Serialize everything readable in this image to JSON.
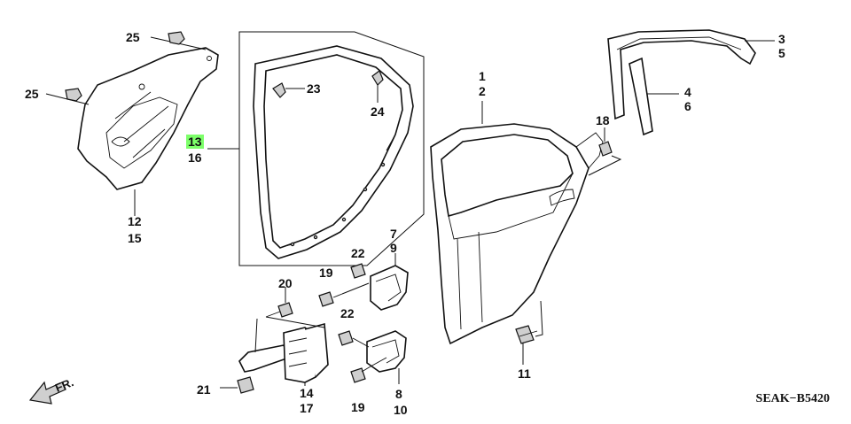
{
  "diagram": {
    "callouts": [
      {
        "id": "c25a",
        "text": "25",
        "highlight": false
      },
      {
        "id": "c25b",
        "text": "25",
        "highlight": false
      },
      {
        "id": "c23",
        "text": "23",
        "highlight": false
      },
      {
        "id": "c24",
        "text": "24",
        "highlight": false
      },
      {
        "id": "c13",
        "text": "13",
        "highlight": true
      },
      {
        "id": "c16",
        "text": "16",
        "highlight": false
      },
      {
        "id": "c12",
        "text": "12",
        "highlight": false
      },
      {
        "id": "c15",
        "text": "15",
        "highlight": false
      },
      {
        "id": "c1",
        "text": "1",
        "highlight": false
      },
      {
        "id": "c2",
        "text": "2",
        "highlight": false
      },
      {
        "id": "c3",
        "text": "3",
        "highlight": false
      },
      {
        "id": "c5",
        "text": "5",
        "highlight": false
      },
      {
        "id": "c4",
        "text": "4",
        "highlight": false
      },
      {
        "id": "c6",
        "text": "6",
        "highlight": false
      },
      {
        "id": "c18",
        "text": "18",
        "highlight": false
      },
      {
        "id": "c7",
        "text": "7",
        "highlight": false
      },
      {
        "id": "c9",
        "text": "9",
        "highlight": false
      },
      {
        "id": "c22a",
        "text": "22",
        "highlight": false
      },
      {
        "id": "c19a",
        "text": "19",
        "highlight": false
      },
      {
        "id": "c20",
        "text": "20",
        "highlight": false
      },
      {
        "id": "c22b",
        "text": "22",
        "highlight": false
      },
      {
        "id": "c14",
        "text": "14",
        "highlight": false
      },
      {
        "id": "c17",
        "text": "17",
        "highlight": false
      },
      {
        "id": "c21",
        "text": "21",
        "highlight": false
      },
      {
        "id": "c19b",
        "text": "19",
        "highlight": false
      },
      {
        "id": "c8",
        "text": "8",
        "highlight": false
      },
      {
        "id": "c10",
        "text": "10",
        "highlight": false
      },
      {
        "id": "c11",
        "text": "11",
        "highlight": false
      }
    ],
    "direction_label": "FR.",
    "diagram_code": "SEAK−B5420",
    "highlight_color": "#7dff6a"
  }
}
